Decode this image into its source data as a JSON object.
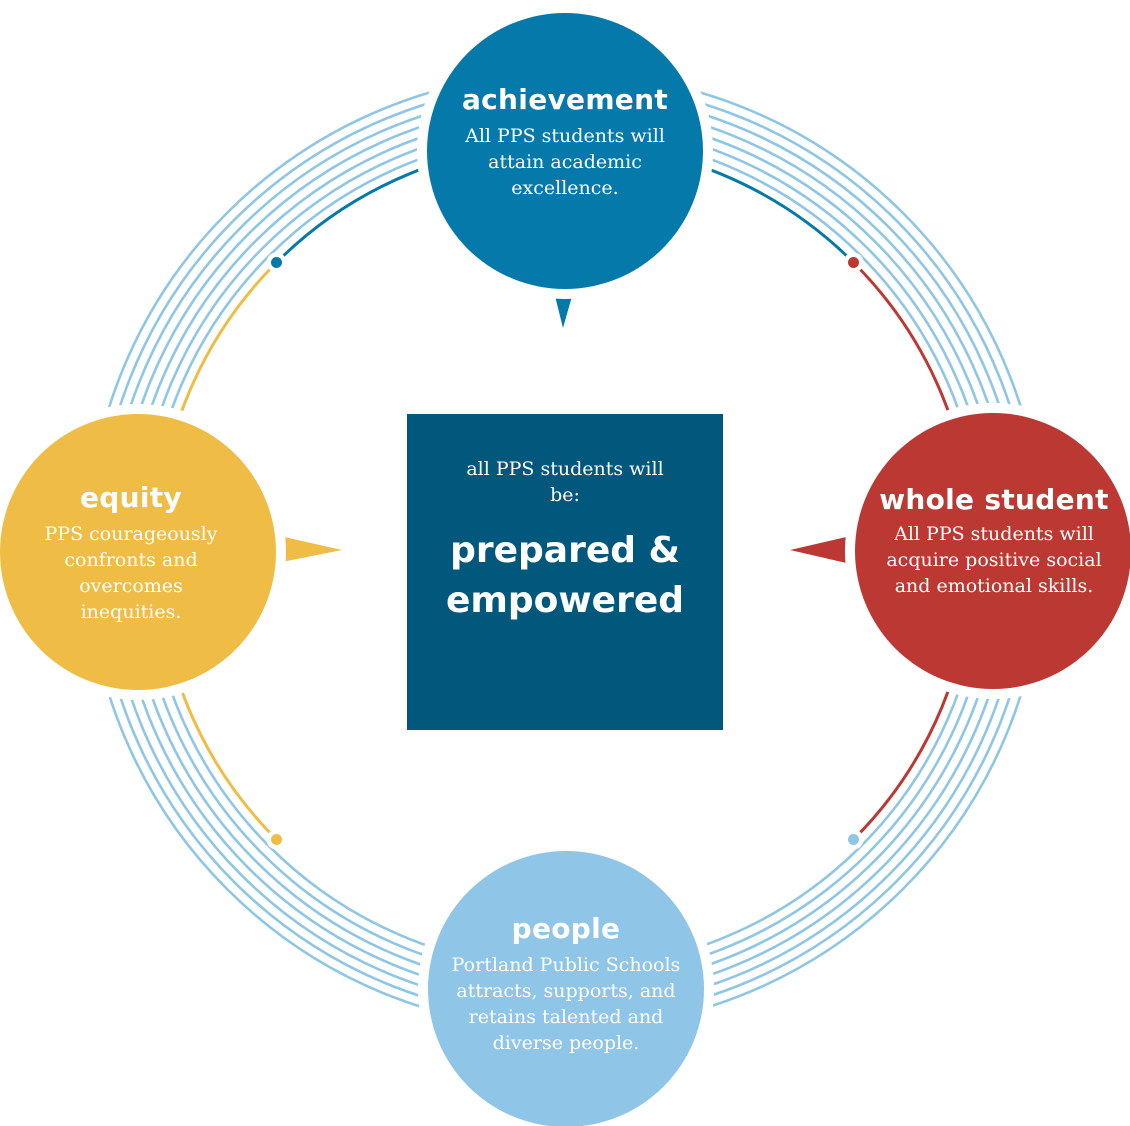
{
  "center": {
    "intro": "all PPS students will be:",
    "headline": "prepared &\nempowered"
  },
  "goals": {
    "achievement": {
      "title": "achievement",
      "body": "All PPS students will attain academic excellence.",
      "color": "#0679ab"
    },
    "whole_student": {
      "title": "whole student",
      "body": "All PPS students will acquire positive social and emotional skills.",
      "color": "#bc3833"
    },
    "people": {
      "title": "people",
      "body": "Portland Public Schools attracts, supports, and retains talented and diverse people.",
      "color": "#8fc5e6"
    },
    "equity": {
      "title": "equity",
      "body": "PPS courageously confronts and overcomes inequities.",
      "color": "#efbd46"
    }
  },
  "colors": {
    "ring_lines": "#8ec6e5",
    "center_box": "#02577d",
    "text": "#ffffff"
  }
}
